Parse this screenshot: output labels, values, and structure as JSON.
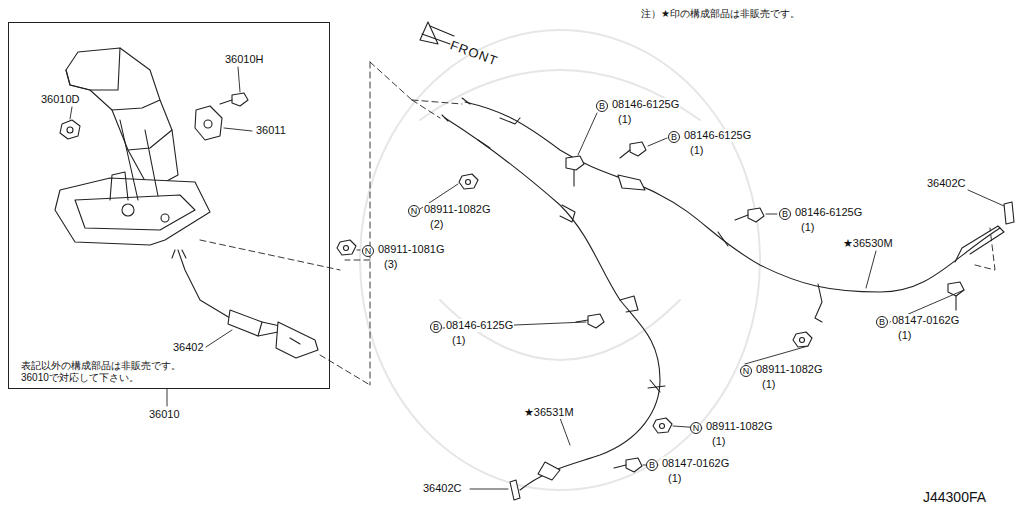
{
  "diagram": {
    "nodes": [
      {
        "text": [
          "表記以外の構成部品は非販売です。 36010で対応して下さい。",
          "36010"
        ]
      }
    ],
    "edges": [],
    "labels": [
      "注）★印の構成部品は非販売です。",
      "FRONT",
      "36010H",
      "36010D",
      "36011",
      "36402",
      "B",
      "08146-6125G",
      "(1)",
      "B",
      "08146-6125G",
      "(1)",
      "36402C",
      "N",
      "08911-1082G",
      "(2)",
      "B",
      "08146-6125G",
      "(1)",
      "★36530M",
      "N",
      "08911-1081G",
      "(3)",
      "B",
      "08146-6125G",
      "(1)",
      "B",
      "08147-0162G",
      "(1)",
      "N",
      "08911-1082G",
      "(1)",
      "★36531M",
      "N",
      "08911-1082G",
      "(1)",
      "B",
      "08147-0162G",
      "(1)",
      "36402C",
      "J44300FA"
    ]
  }
}
